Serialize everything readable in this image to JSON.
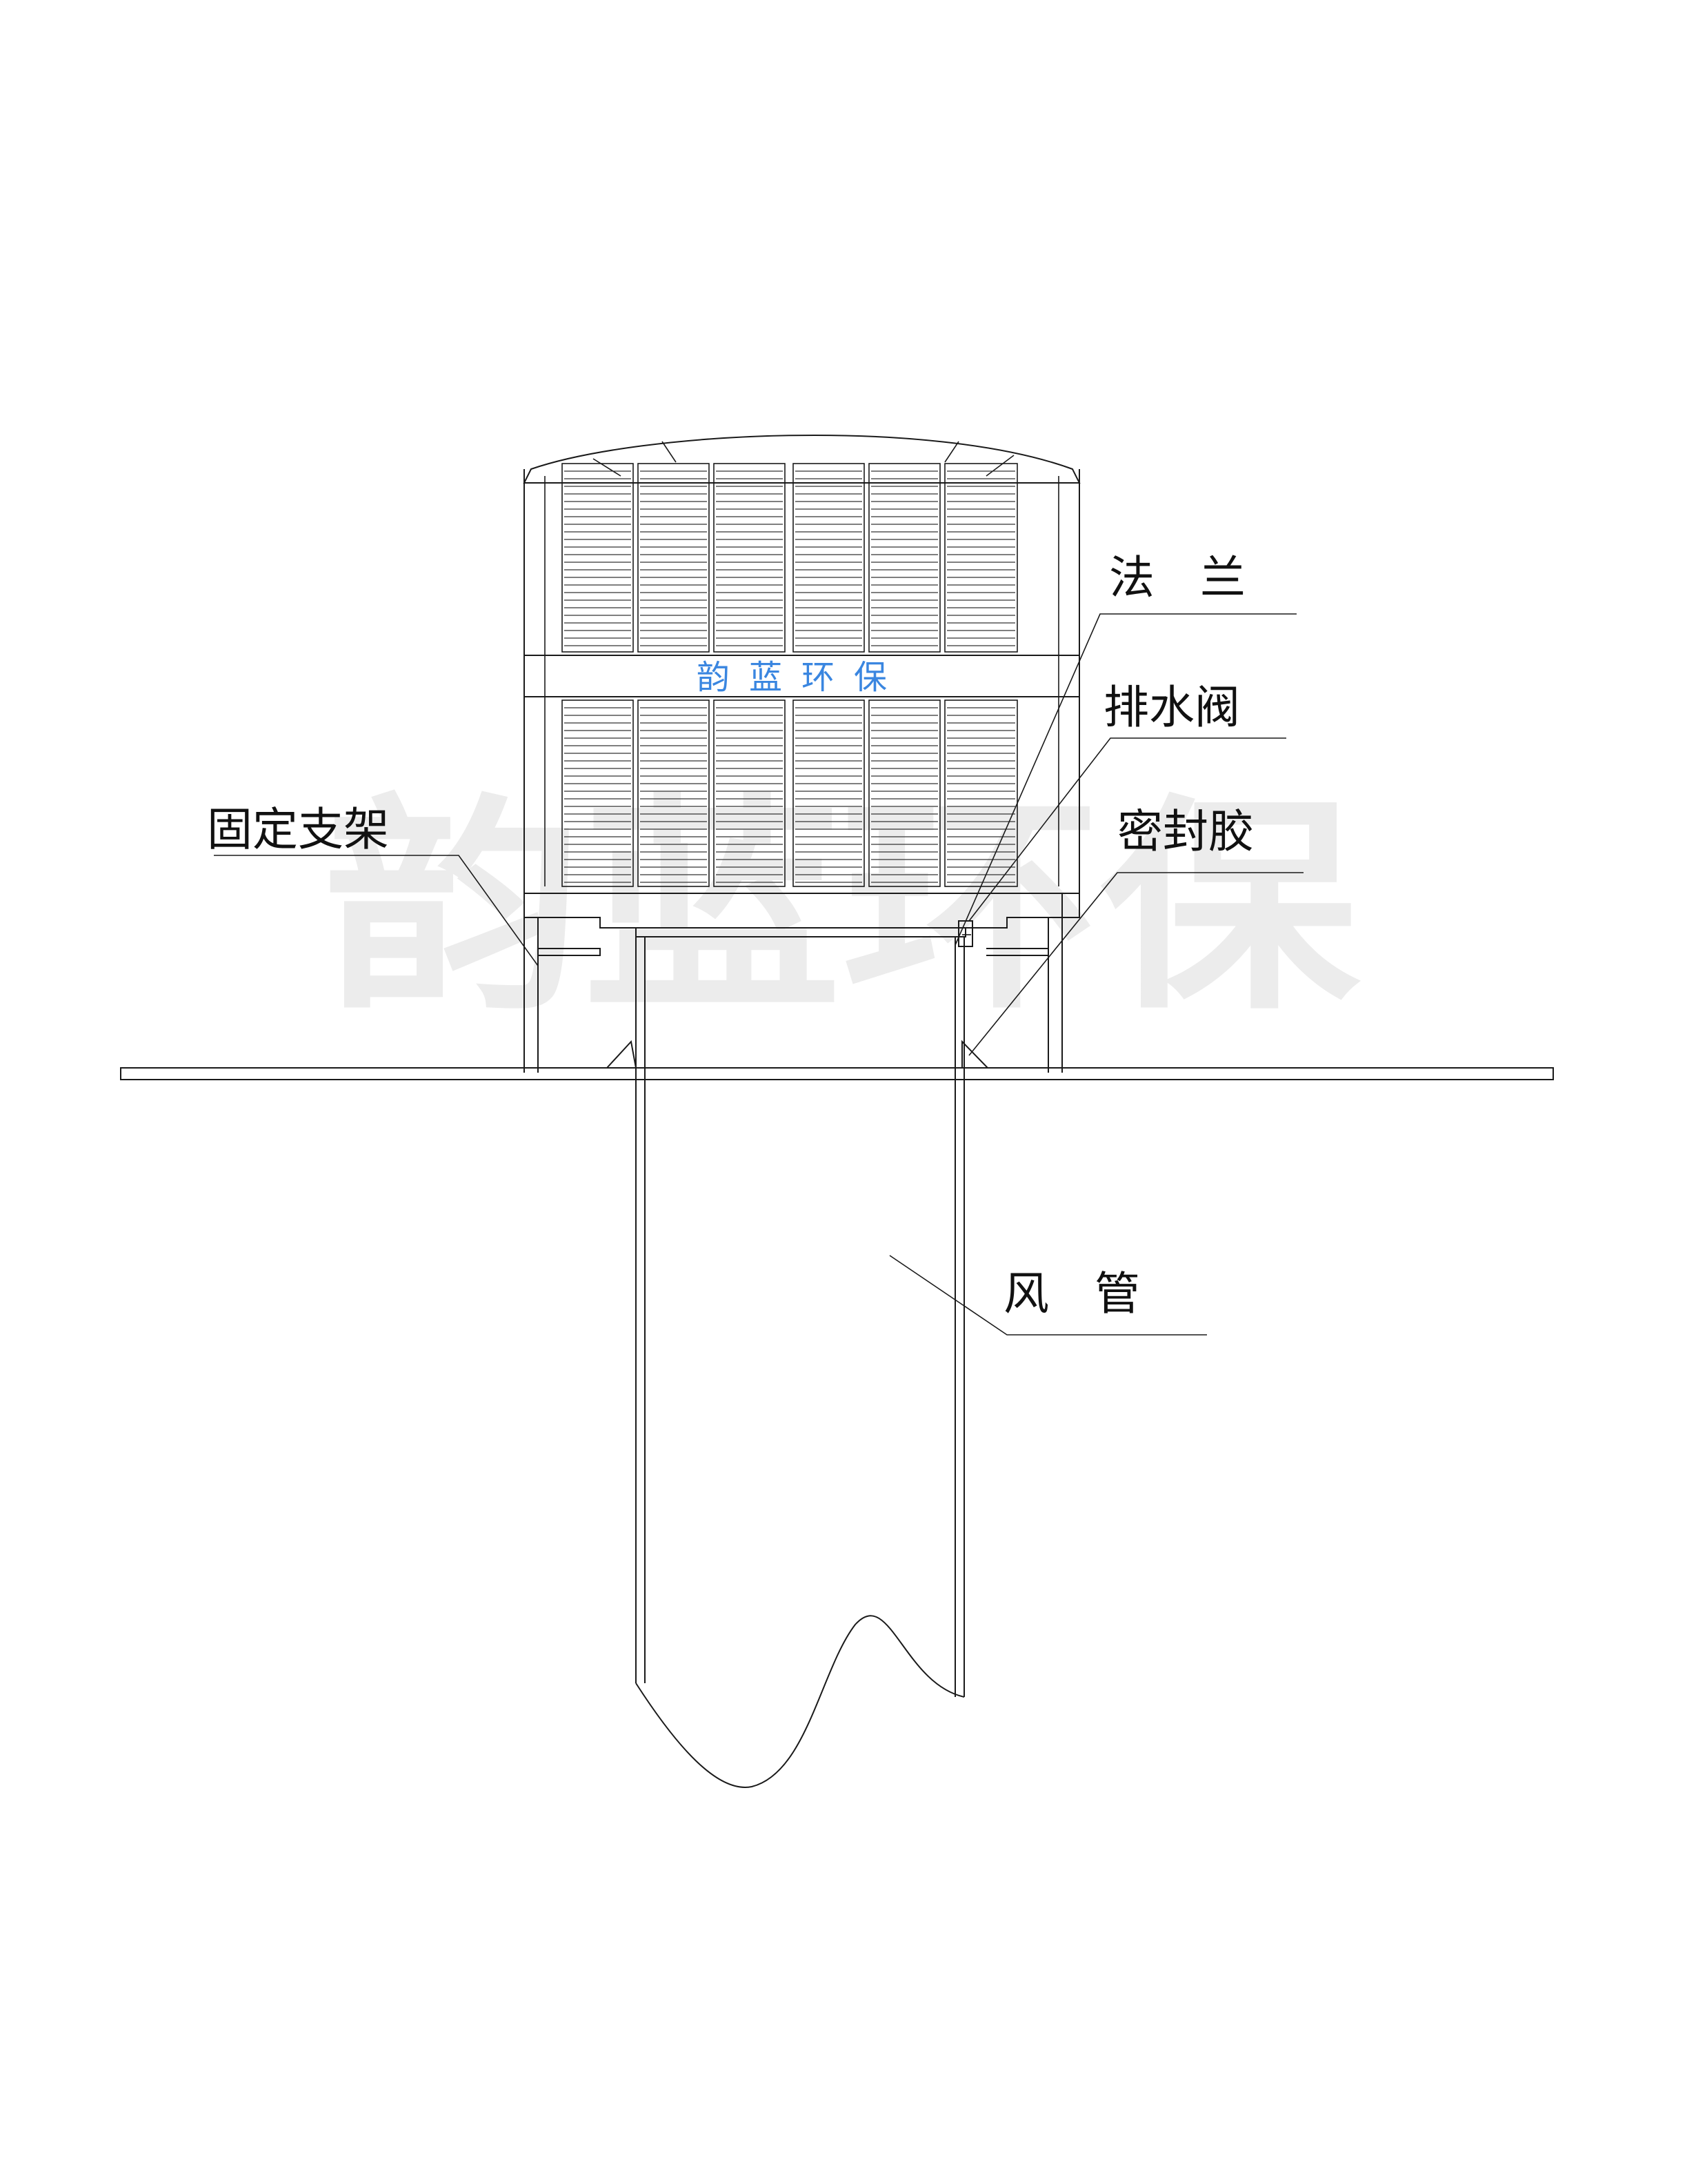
{
  "watermark": {
    "text": "韵蓝环保",
    "color": "#ececec"
  },
  "unit": {
    "brand_label": "韵蓝环保",
    "brand_color": "#3a86e0"
  },
  "labels": {
    "flange": "法　兰",
    "drain_valve": "排水阀",
    "fixed_bracket": "固定支架",
    "sealant": "密封胶",
    "air_duct": "风　管"
  }
}
